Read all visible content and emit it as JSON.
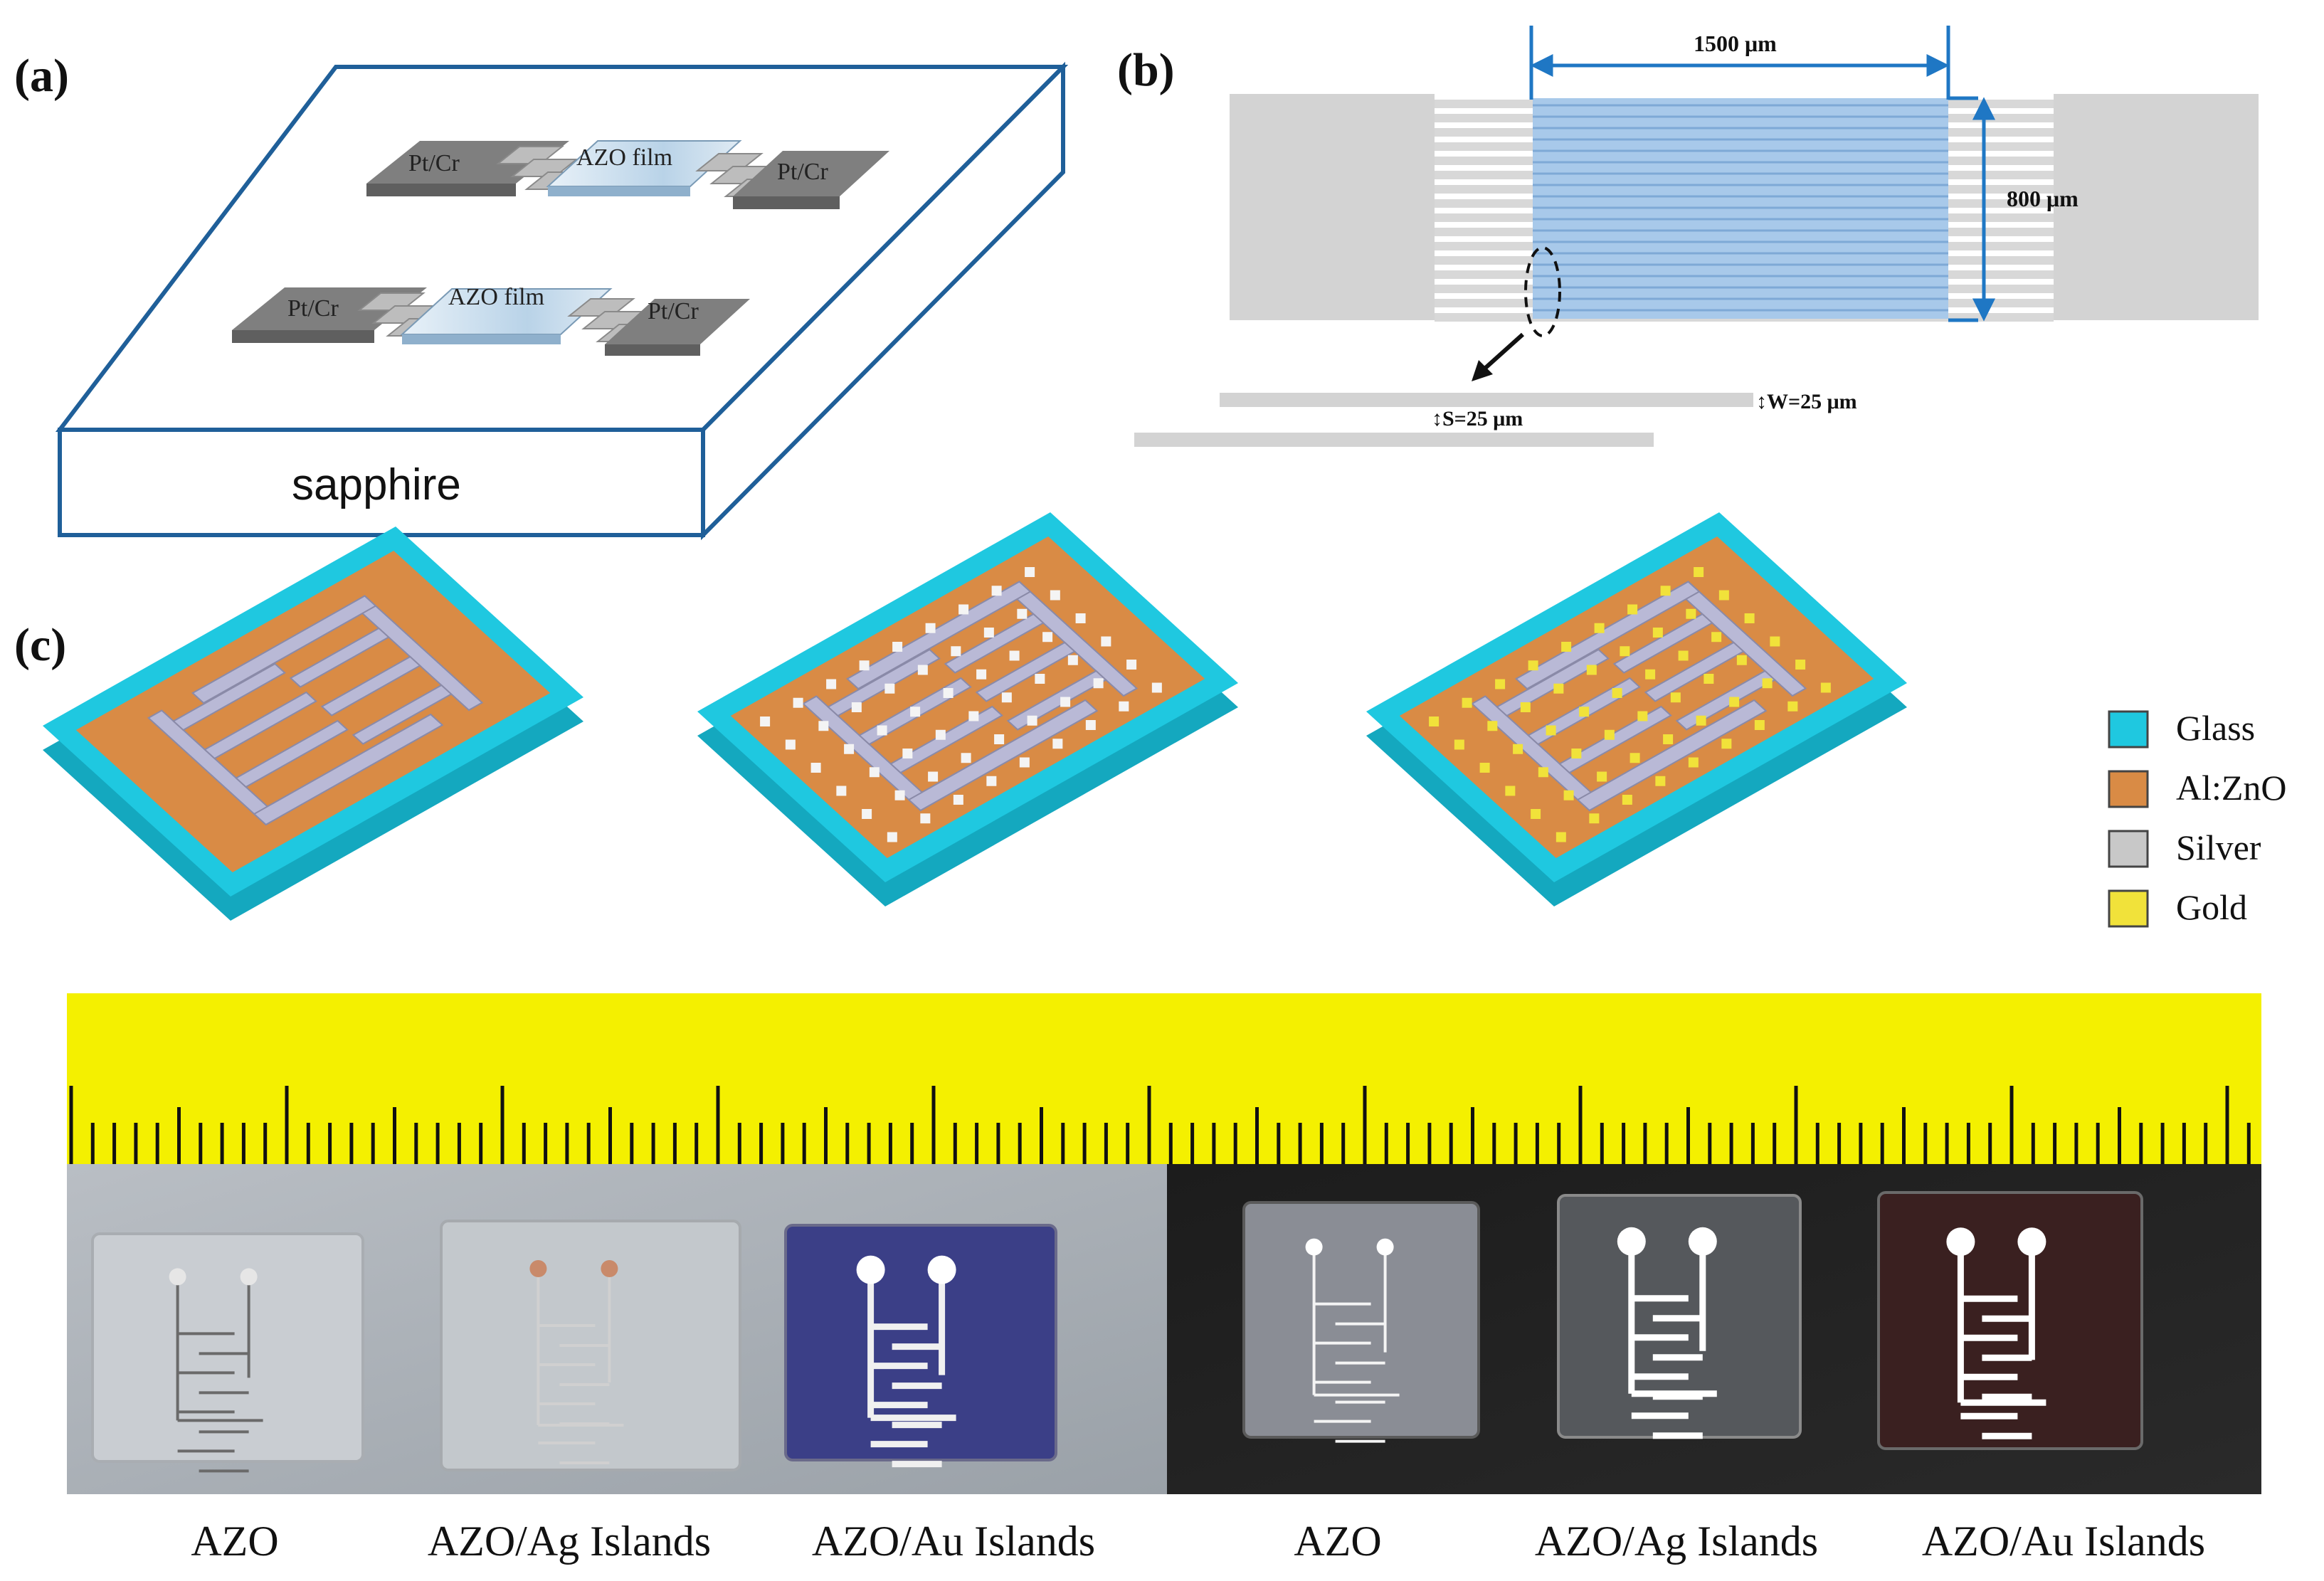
{
  "panels": {
    "a": {
      "label": "(a)",
      "substrate": "sapphire",
      "device_top": {
        "left_contact": "Pt/Cr",
        "film": "AZO film",
        "right_contact": "Pt/Cr"
      },
      "device_bottom": {
        "left_contact": "Pt/Cr",
        "film": "AZO film",
        "right_contact": "Pt/Cr"
      }
    },
    "b": {
      "label": "(b)",
      "length_dim": "1500 μm",
      "width_dim": "800 μm",
      "spacing_dim": "S=25 μm",
      "finger_width_dim": "W=25 μm"
    },
    "c": {
      "label": "(c)",
      "legend": [
        {
          "label": "Glass",
          "color": "#1fc8e0"
        },
        {
          "label": "Al:ZnO",
          "color": "#d98b45"
        },
        {
          "label": "Silver",
          "color": "#c8c8c8"
        },
        {
          "label": "Gold",
          "color": "#f1e23a"
        }
      ],
      "photo_captions": [
        "AZO",
        "AZO/Ag Islands",
        "AZO/Au Islands",
        "AZO",
        "AZO/Ag Islands",
        "AZO/Au Islands"
      ]
    }
  },
  "colors": {
    "outline_blue": "#1f5f99",
    "electrode_gray": "#9a9a9a",
    "channel_blue": "#a8c9ea",
    "ruler_yellow": "#f4f000"
  }
}
